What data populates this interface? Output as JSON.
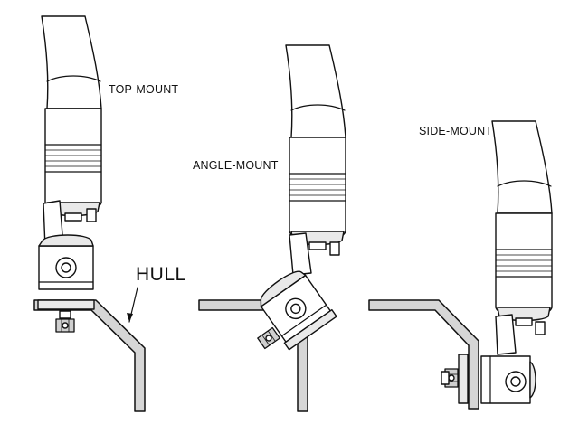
{
  "labels": {
    "top_mount": "TOP-MOUNT",
    "angle_mount": "ANGLE-MOUNT",
    "side_mount": "SIDE-MOUNT",
    "hull": "HULL"
  },
  "colors": {
    "line": "#111111",
    "hull_fill": "#d6d6d6",
    "part_fill": "#e9e9e9",
    "background": "#ffffff"
  }
}
